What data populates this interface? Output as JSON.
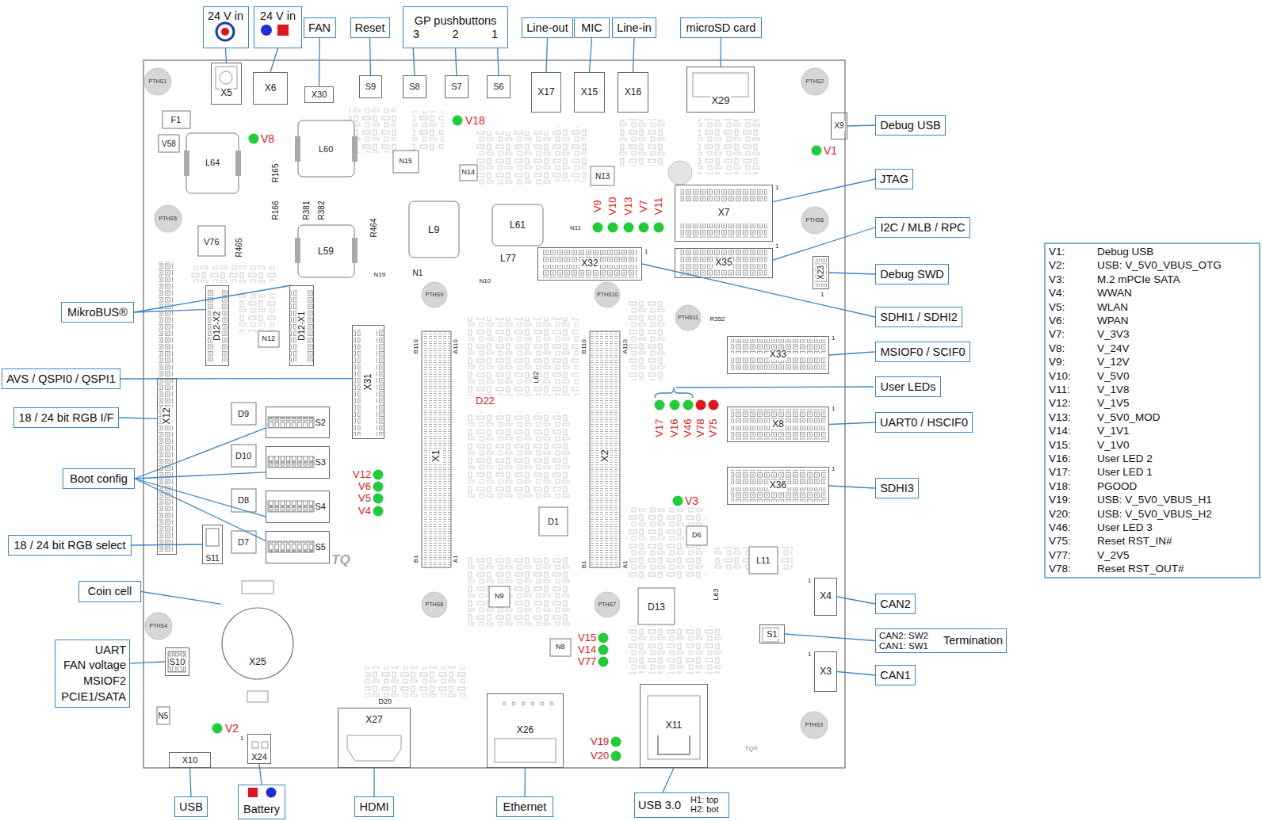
{
  "diagram": {
    "nodes": [
      {
        "text": [
          "24 V in"
        ]
      },
      {
        "text": [
          "24 V in"
        ]
      },
      {
        "text": [
          "FAN"
        ]
      },
      {
        "text": [
          "Reset"
        ]
      },
      {
        "text": [
          "GP pushbuttons",
          "3",
          "2",
          "1"
        ]
      },
      {
        "text": [
          "Line-out"
        ]
      },
      {
        "text": [
          "MIC"
        ]
      },
      {
        "text": [
          "Line-in"
        ]
      },
      {
        "text": [
          "microSD card"
        ]
      },
      {
        "text": [
          "Debug USB"
        ]
      },
      {
        "text": [
          "JTAG"
        ]
      },
      {
        "text": [
          "I2C / MLB / RPC"
        ]
      },
      {
        "text": [
          "Debug SWD"
        ]
      },
      {
        "text": [
          "SDHI1 / SDHI2"
        ]
      },
      {
        "text": [
          "MSIOF0 / SCIF0"
        ]
      },
      {
        "text": [
          "User LEDs"
        ]
      },
      {
        "text": [
          "UART0 / HSCIF0"
        ]
      },
      {
        "text": [
          "SDHI3"
        ]
      },
      {
        "text": [
          "CAN2"
        ]
      },
      {
        "text": [
          "CAN2: SW2 CAN1: SW1",
          "Termination"
        ]
      },
      {
        "text": [
          "CAN1"
        ]
      },
      {
        "text": [
          "USB 3.0",
          "H1: top H2: bot"
        ]
      },
      {
        "text": [
          "Ethernet"
        ]
      },
      {
        "text": [
          "HDMI"
        ]
      },
      {
        "text": [
          "Battery"
        ]
      },
      {
        "text": [
          "USB"
        ]
      },
      {
        "text": [
          "UART",
          "FAN voltage",
          "MSIOF2",
          "PCIE1/SATA"
        ]
      },
      {
        "text": [
          "Coin cell"
        ]
      },
      {
        "text": [
          "18 / 24 bit RGB select"
        ]
      },
      {
        "text": [
          "Boot config"
        ]
      },
      {
        "text": [
          "18 / 24 bit RGB I/F"
        ]
      },
      {
        "text": [
          "AVS / QSPI0 / QSPI1"
        ]
      },
      {
        "text": [
          "MikroBUS®"
        ]
      },
      {
        "text": [
          "X5"
        ]
      },
      {
        "text": [
          "X6"
        ]
      },
      {
        "text": [
          "X30"
        ]
      },
      {
        "text": [
          "S9"
        ]
      },
      {
        "text": [
          "S8"
        ]
      },
      {
        "text": [
          "S7"
        ]
      },
      {
        "text": [
          "S6"
        ]
      },
      {
        "text": [
          "X17"
        ]
      },
      {
        "text": [
          "X15"
        ]
      },
      {
        "text": [
          "X16"
        ]
      },
      {
        "text": [
          "X29"
        ]
      },
      {
        "text": [
          "X9"
        ]
      },
      {
        "text": [
          "X7"
        ]
      },
      {
        "text": [
          "X35"
        ]
      },
      {
        "text": [
          "X23"
        ]
      },
      {
        "text": [
          "X32"
        ]
      },
      {
        "text": [
          "X33"
        ]
      },
      {
        "text": [
          "X8"
        ]
      },
      {
        "text": [
          "X36"
        ]
      },
      {
        "text": [
          "X4"
        ]
      },
      {
        "text": [
          "S1"
        ]
      },
      {
        "text": [
          "X3"
        ]
      },
      {
        "text": [
          "X11"
        ]
      },
      {
        "text": [
          "X26"
        ]
      },
      {
        "text": [
          "X27"
        ]
      },
      {
        "text": [
          "X24"
        ]
      },
      {
        "text": [
          "X10"
        ]
      },
      {
        "text": [
          "S10"
        ]
      },
      {
        "text": [
          "X25"
        ]
      },
      {
        "text": [
          "S11"
        ]
      },
      {
        "text": [
          "S2"
        ]
      },
      {
        "text": [
          "S3"
        ]
      },
      {
        "text": [
          "S4"
        ]
      },
      {
        "text": [
          "S5"
        ]
      },
      {
        "text": [
          "X12"
        ]
      },
      {
        "text": [
          "X31"
        ]
      },
      {
        "text": [
          "D12-X1"
        ]
      },
      {
        "text": [
          "D12-X2"
        ]
      }
    ],
    "edges": [
      {
        "from": 0,
        "to": 33,
        "arrow": "none"
      },
      {
        "from": 1,
        "to": 34,
        "arrow": "none"
      },
      {
        "from": 2,
        "to": 35,
        "arrow": "none"
      },
      {
        "from": 3,
        "to": 36,
        "arrow": "none"
      },
      {
        "from": 4,
        "to": 37,
        "arrow": "none"
      },
      {
        "from": 4,
        "to": 38,
        "arrow": "none"
      },
      {
        "from": 4,
        "to": 39,
        "arrow": "none"
      },
      {
        "from": 5,
        "to": 40,
        "arrow": "none"
      },
      {
        "from": 6,
        "to": 41,
        "arrow": "none"
      },
      {
        "from": 7,
        "to": 42,
        "arrow": "none"
      },
      {
        "from": 8,
        "to": 43,
        "arrow": "none"
      },
      {
        "from": 9,
        "to": 44,
        "arrow": "none"
      },
      {
        "from": 10,
        "to": 45,
        "arrow": "none"
      },
      {
        "from": 11,
        "to": 46,
        "arrow": "none"
      },
      {
        "from": 12,
        "to": 47,
        "arrow": "none"
      },
      {
        "from": 13,
        "to": 48,
        "arrow": "none"
      },
      {
        "from": 14,
        "to": 49,
        "arrow": "none"
      },
      {
        "from": 16,
        "to": 50,
        "arrow": "none"
      },
      {
        "from": 17,
        "to": 51,
        "arrow": "none"
      },
      {
        "from": 18,
        "to": 52,
        "arrow": "none"
      },
      {
        "from": 19,
        "to": 53,
        "arrow": "none"
      },
      {
        "from": 20,
        "to": 54,
        "arrow": "none"
      },
      {
        "from": 21,
        "to": 55,
        "arrow": "none"
      },
      {
        "from": 22,
        "to": 56,
        "arrow": "none"
      },
      {
        "from": 23,
        "to": 57,
        "arrow": "none"
      },
      {
        "from": 24,
        "to": 58,
        "arrow": "none"
      },
      {
        "from": 25,
        "to": 59,
        "arrow": "none"
      },
      {
        "from": 26,
        "to": 60,
        "arrow": "none"
      },
      {
        "from": 27,
        "to": 61,
        "arrow": "none"
      },
      {
        "from": 28,
        "to": 62,
        "arrow": "none"
      },
      {
        "from": 29,
        "to": 63,
        "arrow": "none"
      },
      {
        "from": 29,
        "to": 64,
        "arrow": "none"
      },
      {
        "from": 29,
        "to": 65,
        "arrow": "none"
      },
      {
        "from": 29,
        "to": 66,
        "arrow": "none"
      },
      {
        "from": 30,
        "to": 67,
        "arrow": "none"
      },
      {
        "from": 31,
        "to": 68,
        "arrow": "none"
      },
      {
        "from": 32,
        "to": 69,
        "arrow": "none"
      },
      {
        "from": 32,
        "to": 70,
        "arrow": "none"
      }
    ],
    "labels": [
      "V1:",
      "Debug USB",
      "V2:",
      "USB: V_5V0_VBUS_OTG",
      "V3:",
      "M.2 mPCIe SATA",
      "V4:",
      "WWAN",
      "V5:",
      "WLAN",
      "V6:",
      "WPAN",
      "V7:",
      "V_3V3",
      "V8:",
      "V_24V",
      "V9:",
      "V_12V",
      "V10:",
      "V_5V0",
      "V11:",
      "V_1V8",
      "V12:",
      "V_1V5",
      "V13:",
      "V_5V0_MOD",
      "V14:",
      "V_1V1",
      "V15:",
      "V_1V0",
      "V16:",
      "User LED 2",
      "V17:",
      "User LED 1",
      "V18:",
      "PGOOD",
      "V19:",
      "USB: V_5V0_VBUS_H1",
      "V20:",
      "USB: V_5V0_VBUS_H2",
      "V46:",
      "User LED 3",
      "V75:",
      "Reset RST_IN#",
      "V77:",
      "V_2V5",
      "V78:",
      "Reset RST_OUT#",
      "V8",
      "V18",
      "V1",
      "V9",
      "V10",
      "V13",
      "V7",
      "V11",
      "V17",
      "V16",
      "V46",
      "V78",
      "V75",
      "V12",
      "V6",
      "V5",
      "V4",
      "V3",
      "V15",
      "V14",
      "V77",
      "V19",
      "V20",
      "V2",
      "D22",
      "F1",
      "V58",
      "L64",
      "L60",
      "R165",
      "R166",
      "R381",
      "R382",
      "R464",
      "L9",
      "L61",
      "L59",
      "V76",
      "R465",
      "N15",
      "N14",
      "N13",
      "N11",
      "N1",
      "N19",
      "L77",
      "N10",
      "N12",
      "L62",
      "D1",
      "N9",
      "D13",
      "D6",
      "L11",
      "L63",
      "N8",
      "D20",
      "N5",
      "D9",
      "D10",
      "D8",
      "D7",
      "X1",
      "X2",
      "PTHS1",
      "PTHS2",
      "PTHS5",
      "PTHS6",
      "PTHS9",
      "PTHS10",
      "PTHS11",
      "R352",
      "PTHS8",
      "PTHS7",
      "PTHS4",
      "PTHS3",
      "B110",
      "A110",
      "B1",
      "A1",
      "B110",
      "A110",
      "B1",
      "A1",
      "1",
      "1",
      "1",
      "1",
      "1",
      "1",
      "1",
      "1",
      "1",
      "1",
      "TQ",
      "TQ®"
    ]
  }
}
